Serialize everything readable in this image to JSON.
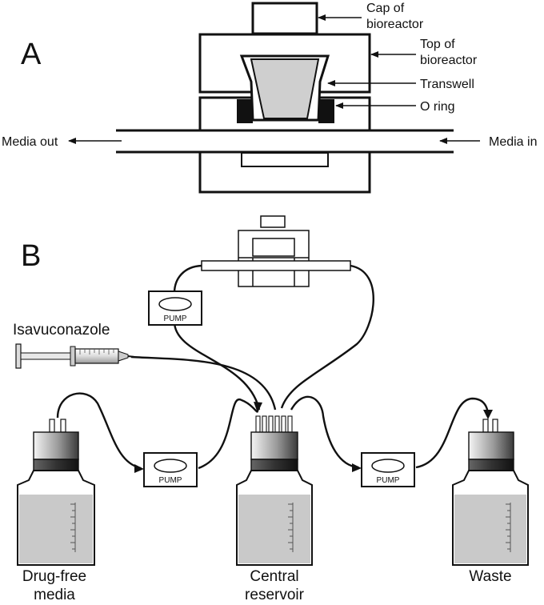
{
  "panel_a": {
    "letter": "A",
    "labels": {
      "cap": [
        "Cap of",
        "bioreactor"
      ],
      "top": [
        "Top of",
        "bioreactor"
      ],
      "transwell": "Transwell",
      "oring": "O ring",
      "media_out": "Media out",
      "media_in": "Media in"
    }
  },
  "panel_b": {
    "letter": "B",
    "drug": "Isavuconazole",
    "pump_label": "PUMP",
    "bottles": {
      "left": [
        "Drug-free",
        "media"
      ],
      "center": [
        "Central",
        "reservoir"
      ],
      "right": [
        "Waste"
      ]
    }
  },
  "colors": {
    "ink": "#111111",
    "liquid": "#c9c9c9",
    "transwell_fill": "#cfcfcf",
    "oring": "#111111"
  }
}
